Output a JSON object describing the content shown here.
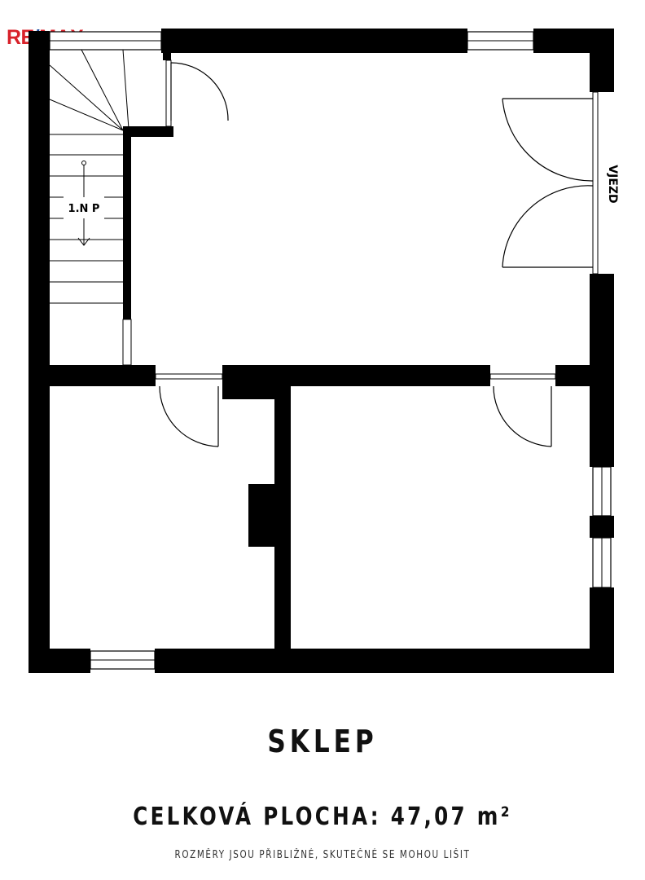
{
  "brand": {
    "logo_text_left": "RE",
    "logo_slash": "/",
    "logo_text_right": "MAX",
    "brand_color": "#d8222a",
    "accent_color": "#1f4ea1"
  },
  "plan": {
    "stair_label": "1.N P",
    "entrance_label": "VJEZD",
    "wall_color": "#000000"
  },
  "footer": {
    "floor_name": "SKLEP",
    "total_area": "CELKOVÁ PLOCHA: 47,07 m²",
    "disclaimer": "ROZMĚRY JSOU PŘIBLIŽNÉ, SKUTEČNÉ SE MOHOU LIŠIT"
  }
}
